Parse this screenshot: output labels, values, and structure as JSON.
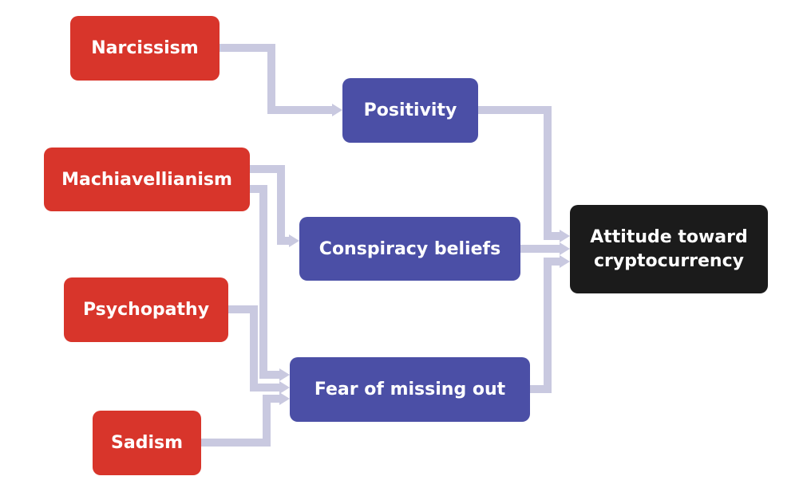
{
  "colors": {
    "trait": "#d8352b",
    "mediator": "#4b4fa6",
    "outcome": "#1b1b1b",
    "connector": "#c9c9e0"
  },
  "traits": {
    "narcissism": "Narcissism",
    "machiavellianism": "Machiavellianism",
    "psychopathy": "Psychopathy",
    "sadism": "Sadism"
  },
  "mediators": {
    "positivity": "Positivity",
    "conspiracy": "Conspiracy beliefs",
    "fomo": "Fear of missing out"
  },
  "outcome": {
    "line1": "Attitude toward",
    "line2": "cryptocurrency"
  },
  "edges": [
    {
      "from": "Narcissism",
      "to": "Positivity"
    },
    {
      "from": "Machiavellianism",
      "to": "Conspiracy beliefs"
    },
    {
      "from": "Machiavellianism",
      "to": "Fear of missing out"
    },
    {
      "from": "Psychopathy",
      "to": "Fear of missing out"
    },
    {
      "from": "Sadism",
      "to": "Fear of missing out"
    },
    {
      "from": "Positivity",
      "to": "Attitude toward cryptocurrency"
    },
    {
      "from": "Conspiracy beliefs",
      "to": "Attitude toward cryptocurrency"
    },
    {
      "from": "Fear of missing out",
      "to": "Attitude toward cryptocurrency"
    }
  ]
}
